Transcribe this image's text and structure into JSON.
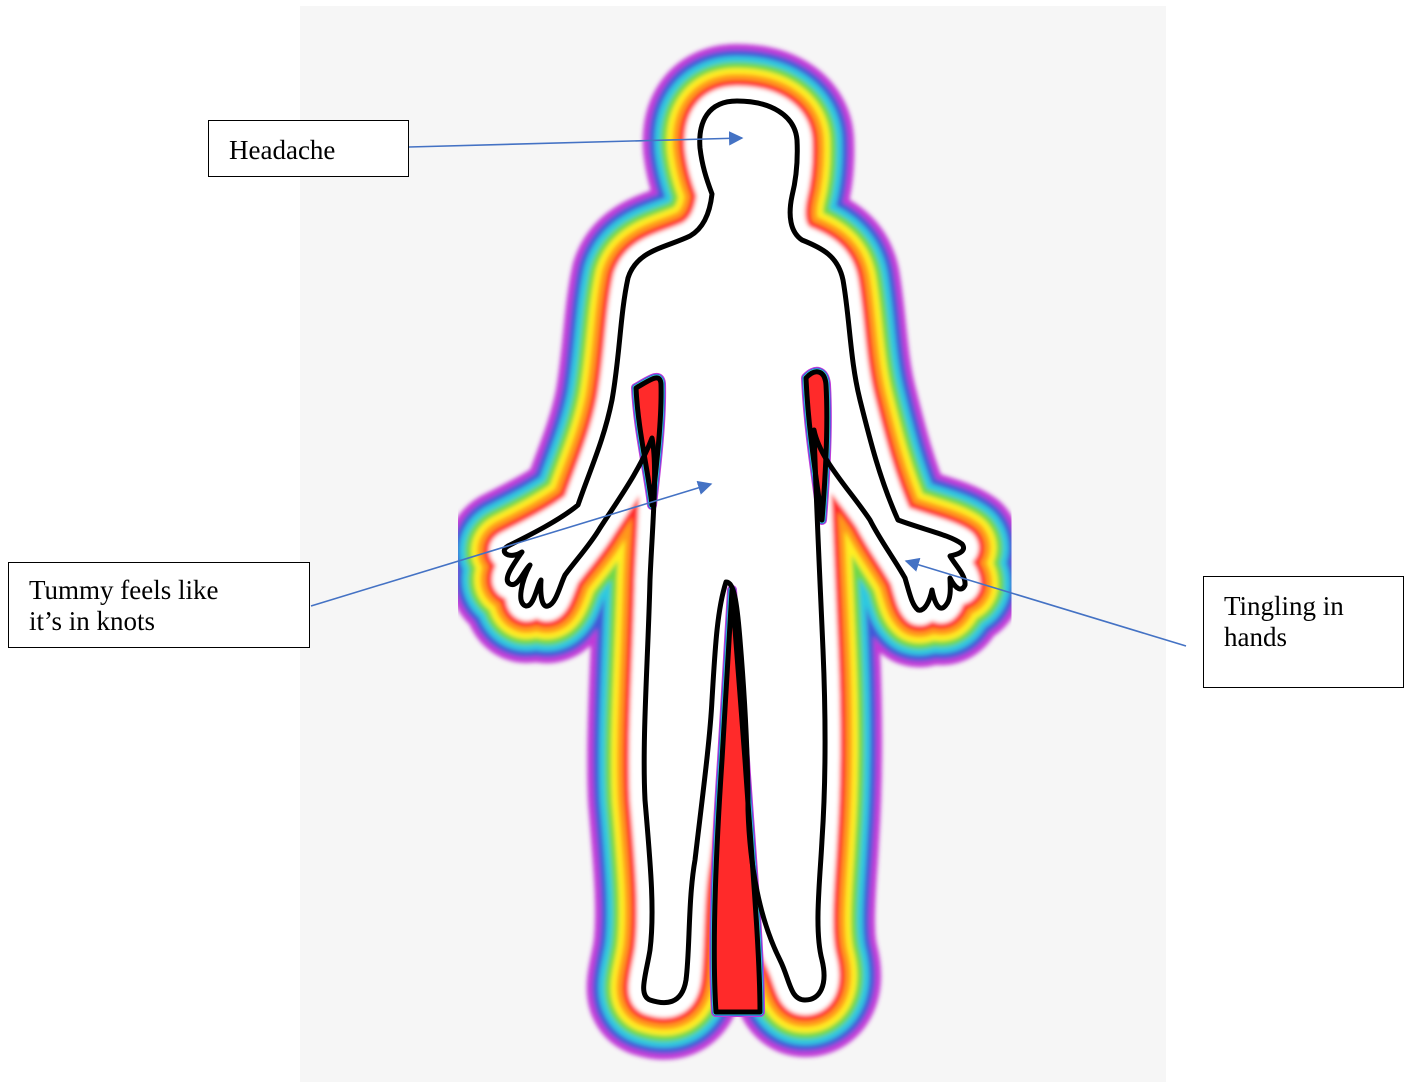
{
  "callouts": {
    "headache": {
      "label": "Headache"
    },
    "tummy": {
      "line1": "Tummy feels like",
      "line2": "it’s in knots"
    },
    "hands": {
      "line1": "Tingling in",
      "line2": "hands"
    }
  },
  "colors": {
    "arrow": "#4472c4",
    "outline": "#000000",
    "panel_background": "#f6f6f6",
    "aura_bands": [
      "#ff2a2a",
      "#ff9a1e",
      "#ffee22",
      "#6fd84a",
      "#2ec9e0",
      "#3f5ad8",
      "#c13ad8"
    ]
  }
}
